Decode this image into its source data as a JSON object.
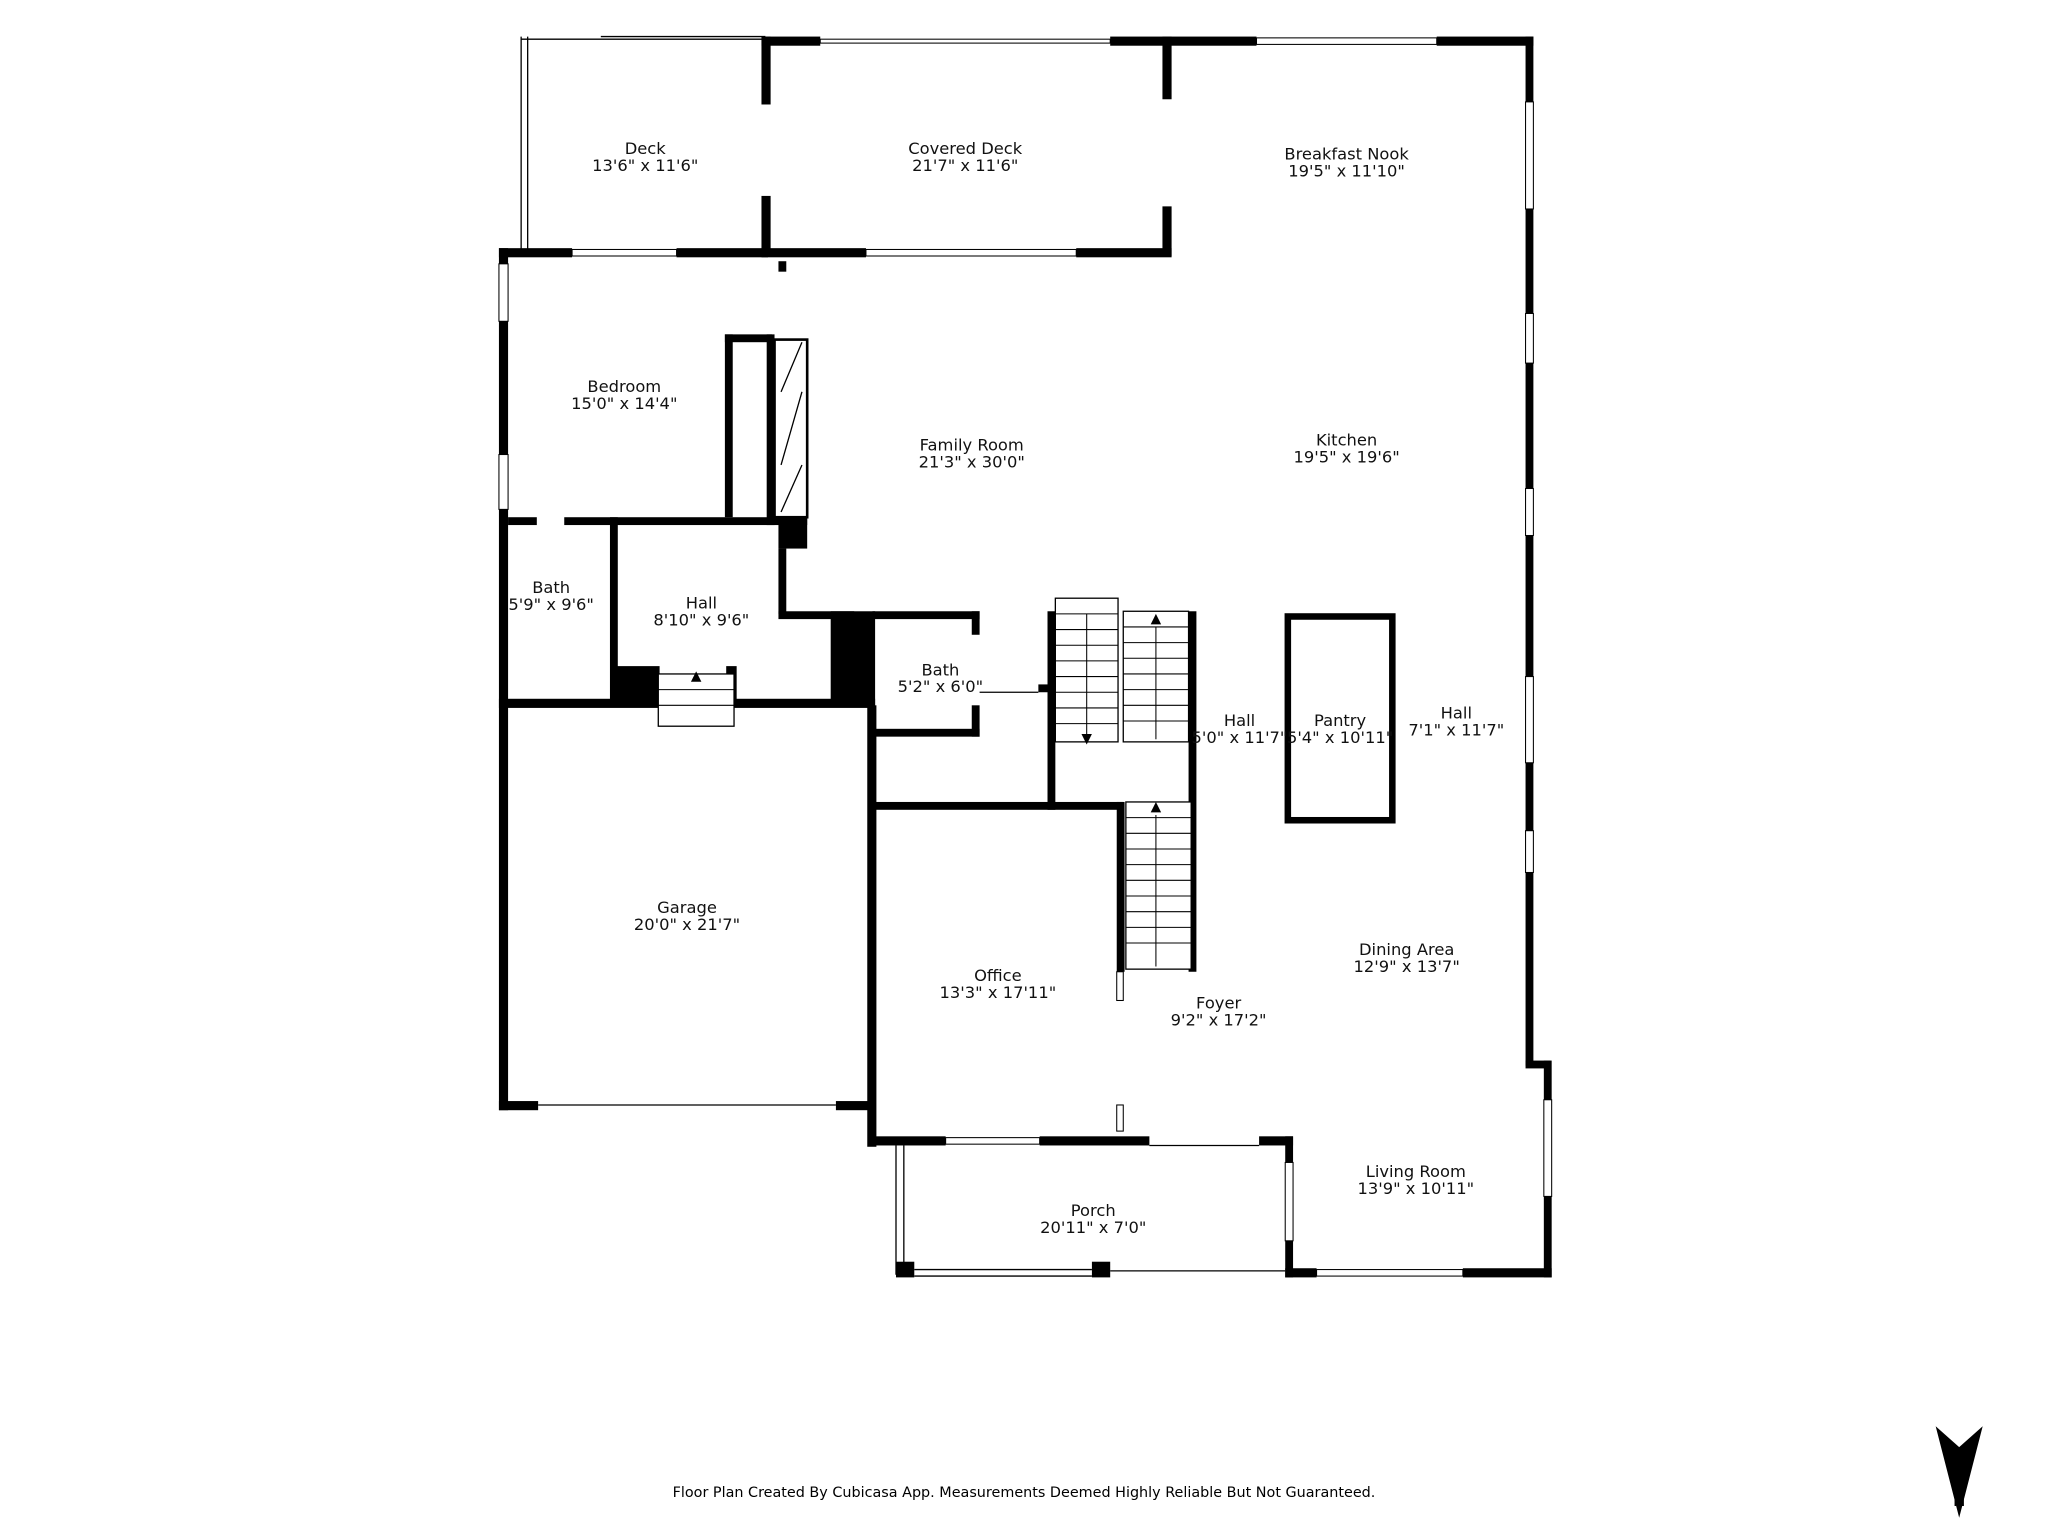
{
  "rooms": [
    {
      "id": "deck",
      "name": "Deck",
      "size": "13'6\" x 11'6\""
    },
    {
      "id": "covered-deck",
      "name": "Covered Deck",
      "size": "21'7\" x 11'6\""
    },
    {
      "id": "breakfast-nook",
      "name": "Breakfast Nook",
      "size": "19'5\" x 11'10\""
    },
    {
      "id": "bedroom",
      "name": "Bedroom",
      "size": "15'0\" x 14'4\""
    },
    {
      "id": "family-room",
      "name": "Family Room",
      "size": "21'3\" x 30'0\""
    },
    {
      "id": "kitchen",
      "name": "Kitchen",
      "size": "19'5\" x 19'6\""
    },
    {
      "id": "bath-1",
      "name": "Bath",
      "size": "5'9\" x 9'6\""
    },
    {
      "id": "hall-1",
      "name": "Hall",
      "size": "8'10\" x 9'6\""
    },
    {
      "id": "bath-2",
      "name": "Bath",
      "size": "5'2\" x 6'0\""
    },
    {
      "id": "hall-2",
      "name": "Hall",
      "size": "5'0\" x 11'7\""
    },
    {
      "id": "pantry",
      "name": "Pantry",
      "size": "5'4\" x 10'11\""
    },
    {
      "id": "hall-3",
      "name": "Hall",
      "size": "7'1\" x 11'7\""
    },
    {
      "id": "garage",
      "name": "Garage",
      "size": "20'0\" x 21'7\""
    },
    {
      "id": "office",
      "name": "Office",
      "size": "13'3\" x 17'11\""
    },
    {
      "id": "dining-area",
      "name": "Dining Area",
      "size": "12'9\" x 13'7\""
    },
    {
      "id": "foyer",
      "name": "Foyer",
      "size": "9'2\" x 17'2\""
    },
    {
      "id": "living-room",
      "name": "Living Room",
      "size": "13'9\" x 10'11\""
    },
    {
      "id": "porch",
      "name": "Porch",
      "size": "20'11\" x 7'0\""
    }
  ],
  "footer": "Floor Plan Created By Cubicasa App. Measurements Deemed Highly Reliable But Not Guaranteed.",
  "compass": {
    "label": "N",
    "icon": "north-arrow-icon"
  }
}
